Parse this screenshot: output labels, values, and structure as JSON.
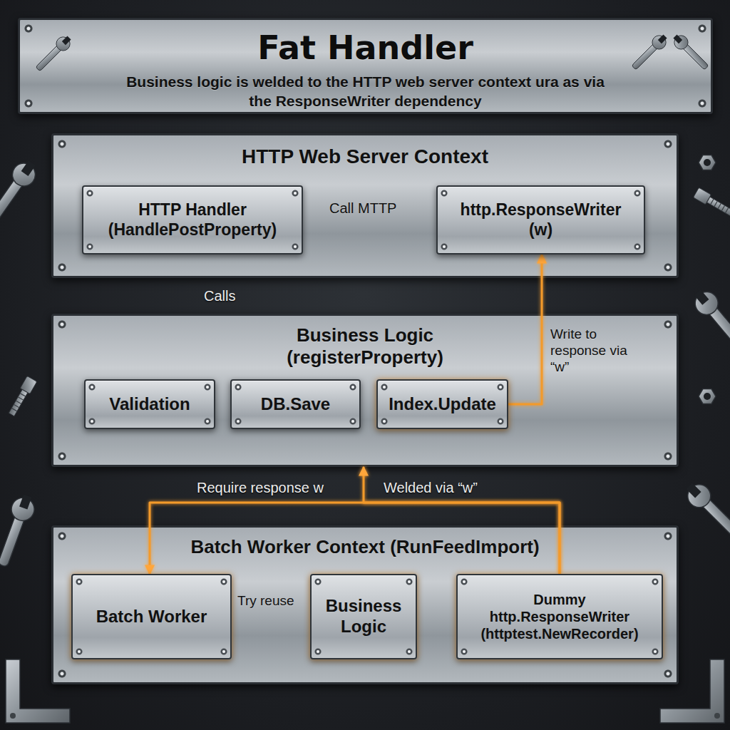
{
  "diagram": {
    "title": "Fat Handler",
    "nodes": [
      {
        "text": [
          "HTTP Web Server Context"
        ]
      },
      {
        "text": [
          "HTTP Handler (HandlePostProperty)"
        ],
        "in": 0
      },
      {
        "text": [
          "http.ResponseWriter (w)"
        ],
        "in": 0
      },
      {
        "text": [
          "Business Logic (registerProperty)"
        ]
      },
      {
        "text": [
          "Validation"
        ],
        "in": 3
      },
      {
        "text": [
          "DB.Save"
        ],
        "in": 3
      },
      {
        "text": [
          "Index.Update"
        ],
        "in": 3
      },
      {
        "text": [
          "Batch Worker Context (RunFeedImport)"
        ]
      },
      {
        "text": [
          "Batch Worker"
        ],
        "in": 7
      },
      {
        "text": [
          "Business Logic"
        ],
        "in": 7
      },
      {
        "text": [
          "Dummy http.ResponseWriter (httptest.NewRecorder)"
        ],
        "in": 7
      }
    ],
    "edges": [
      {
        "from": 1,
        "to": 2,
        "label": "Call MTTP",
        "arrow": "to"
      },
      {
        "from": 1,
        "to": 3,
        "label": "Calls",
        "arrow": "to"
      },
      {
        "from": 6,
        "to": 2,
        "label": "Write to response via “w”",
        "arrow": "to"
      },
      {
        "from": 8,
        "to": 9,
        "label": "Try reuse",
        "arrow": "to"
      },
      {
        "from": 9,
        "to": 10,
        "arrow": "to"
      },
      {
        "from": 10,
        "to": 3,
        "label": "Welded via “w”",
        "arrow": "to"
      },
      {
        "from": 10,
        "to": 8,
        "label": "Require response w",
        "arrow": "to"
      }
    ],
    "labels": [
      "Business logic is welded to the HTTP web server context ura as via the ResponseWriter dependency"
    ]
  }
}
